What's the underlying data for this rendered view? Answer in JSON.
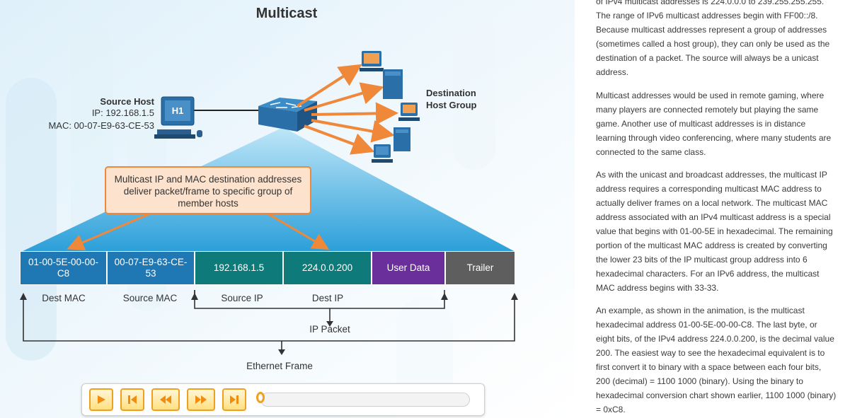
{
  "diagram": {
    "title": "Multicast",
    "source_host": {
      "name": "Source Host",
      "ip": "IP: 192.168.1.5",
      "mac": "MAC: 00-07-E9-63-CE-53",
      "badge": "H1"
    },
    "dest_group": {
      "line1": "Destination",
      "line2": "Host Group"
    },
    "callout": "Multicast IP and MAC destination addresses deliver packet/frame to specific group of member hosts",
    "frame": {
      "cells": [
        {
          "text": "01-00-5E-00-00-C8",
          "color": "#1f77b4"
        },
        {
          "text": "00-07-E9-63-CE-53",
          "color": "#1f77b4"
        },
        {
          "text": "192.168.1.5",
          "color": "#0e7a7a"
        },
        {
          "text": "224.0.0.200",
          "color": "#0e7a7a"
        },
        {
          "text": "User Data",
          "color": "#6a2f9a"
        },
        {
          "text": "Trailer",
          "color": "#5e5e5e"
        }
      ],
      "labels": {
        "dest_mac": "Dest MAC",
        "source_mac": "Source MAC",
        "source_ip": "Source IP",
        "dest_ip": "Dest IP",
        "ip_packet": "IP Packet",
        "ethernet_frame": "Ethernet Frame"
      }
    },
    "colors": {
      "arrow_orange": "#f0883a",
      "triangle_blue": "#3aa8dc",
      "switch_blue": "#2a6fa8"
    }
  },
  "player": {
    "buttons": [
      "play-icon",
      "skip-to-start-icon",
      "rewind-icon",
      "fast-forward-icon",
      "skip-to-end-icon"
    ],
    "progress": 0
  },
  "article": {
    "paragraphs": [
      "of IPv4 multicast addresses is 224.0.0.0 to 239.255.255.255. The range of IPv6 multicast addresses begin with FF00::/8. Because multicast addresses represent a group of addresses (sometimes called a host group), they can only be used as the destination of a packet. The source will always be a unicast address.",
      "Multicast addresses would be used in remote gaming, where many players are connected remotely but playing the same game. Another use of multicast addresses is in distance learning through video conferencing, where many students are connected to the same class.",
      "As with the unicast and broadcast addresses, the multicast IP address requires a corresponding multicast MAC address to actually deliver frames on a local network. The multicast MAC address associated with an IPv4 multicast address is a special value that begins with 01-00-5E in hexadecimal. The remaining portion of the multicast MAC address is created by converting the lower 23 bits of the IP multicast group address into 6 hexadecimal characters. For an IPv6 address, the multicast MAC address begins with 33-33.",
      "An example, as shown in the animation, is the multicast hexadecimal address 01-00-5E-00-00-C8. The last byte, or eight bits, of the IPv4 address 224.0.0.200, is the decimal value 200. The easiest way to see the hexadecimal equivalent is to first convert it to binary with a space between each four bits, 200 (decimal) = 1100 1000 (binary). Using the binary to hexadecimal conversion chart shown earlier, 1100 1000 (binary) = 0xC8."
    ]
  }
}
